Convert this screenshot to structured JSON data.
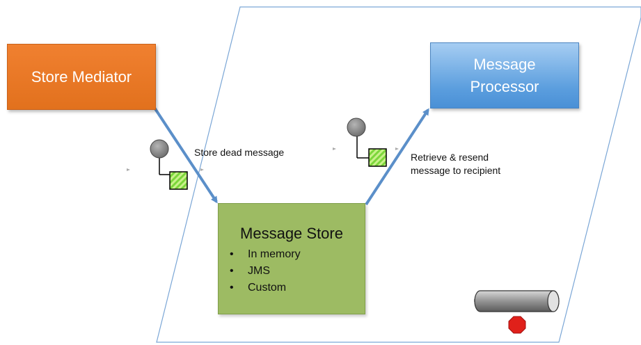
{
  "nodes": {
    "store_mediator": "Store Mediator",
    "message_processor": "Message Processor",
    "message_store": {
      "title": "Message Store",
      "items": [
        "In memory",
        "JMS",
        "Custom"
      ],
      "bullet": "•"
    }
  },
  "labels": {
    "store_dead_message": "Store dead message",
    "retrieve_line_1": "Retrieve & resend",
    "retrieve_line_2": "message to recipient"
  },
  "colors": {
    "store_mediator": "#e2711d",
    "message_processor": "#5b9ede",
    "message_store": "#9dbb63",
    "arrow": "#5b8fc9",
    "plane_border": "#7aa6d6",
    "stop_sign": "#e0201a"
  }
}
